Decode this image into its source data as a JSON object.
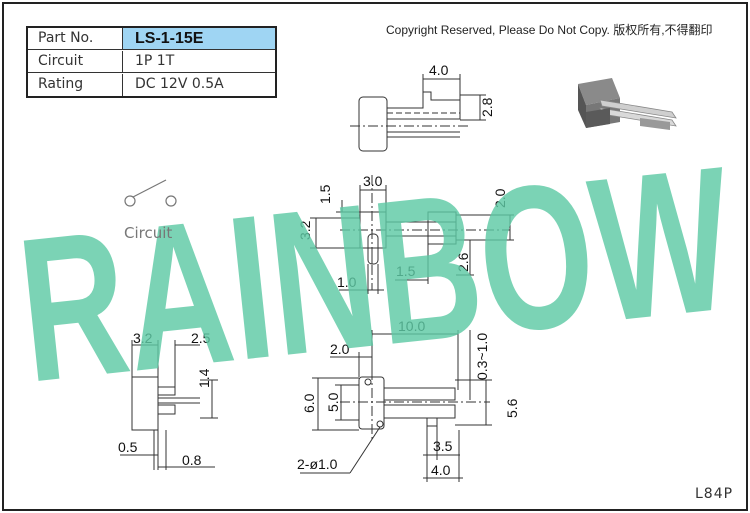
{
  "spec_table": {
    "part_no_label": "Part No.",
    "part_no_value": "LS-1-15E",
    "circuit_label": "Circuit",
    "circuit_value": "1P 1T",
    "rating_label": "Rating",
    "rating_value": "DC 12V 0.5A"
  },
  "copyright": "Copyright Reserved, Please Do Not Copy. 版权所有,不得翻印",
  "watermark": "RAINBOW",
  "circuit_diagram_label": "Circuit",
  "model_code": "L84P",
  "dimensions": {
    "top_view_width": "4.0",
    "top_view_height": "2.8",
    "side_width_3_0": "3.0",
    "side_1_5_vertical": "1.5",
    "side_3_2": "3.2",
    "side_2_0": "2.0",
    "side_2_6": "2.6",
    "side_1_5_horizontal": "1.5",
    "side_1_0": "1.0",
    "front_3_2": "3.2",
    "front_2_5": "2.5",
    "front_1_4": "1.4",
    "front_0_5": "0.5",
    "front_0_8": "0.8",
    "bottom_10_0": "10.0",
    "bottom_2_0": "2.0",
    "bottom_range": "0.3~1.0",
    "bottom_6_0": "6.0",
    "bottom_5_0": "5.0",
    "bottom_5_6": "5.6",
    "bottom_3_5": "3.5",
    "bottom_4_0": "4.0",
    "hole_spec": "2-ø1.0"
  },
  "colors": {
    "watermark": "#5ec9a5",
    "part_no_highlight": "#9fd5f3",
    "drawing_line": "#333333"
  }
}
